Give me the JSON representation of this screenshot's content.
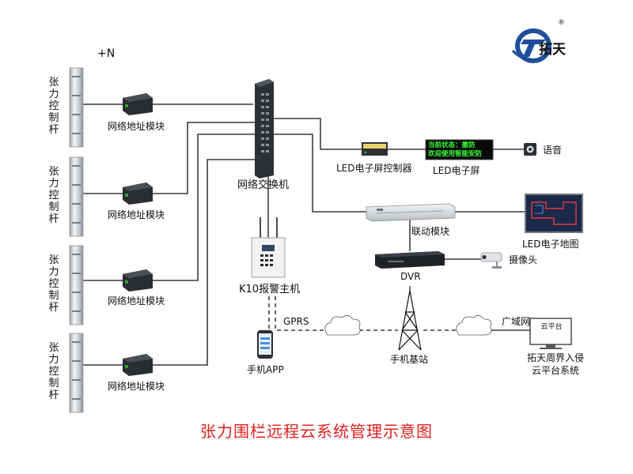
{
  "brand": {
    "name": "拓天",
    "registered": "®",
    "accent": "#1f4f9c"
  },
  "plus_n": "+N",
  "post_label": "张力控制杆",
  "posts": [
    {
      "label": "张力控制杆",
      "module": "网络地址模块"
    },
    {
      "label": "张力控制杆",
      "module": "网络地址模块"
    },
    {
      "label": "张力控制杆",
      "module": "网络地址模块"
    },
    {
      "label": "张力控制杆",
      "module": "网络地址模块"
    }
  ],
  "switch_label": "网络交换机",
  "led_controller_label": "LED电子屏控制器",
  "led_screen": {
    "label": "LED电子屏",
    "line1": "当前状态：撤防",
    "line2": "欢迎使用智能安防"
  },
  "speaker_label": "语音",
  "linkage_label": "联动模块",
  "led_map_label": "LED电子地图",
  "dvr_label": "DVR",
  "camera_label": "摄像头",
  "alarm_host_label": "K10报警主机",
  "gprs_label": "GPRS",
  "app_label": "手机APP",
  "base_station_label": "手机基站",
  "wan_label": "广域网",
  "cloud_screen_label": "云平台",
  "cloud_system_label": [
    "拓天周界入侵",
    "云平台系统"
  ],
  "title": "张力围栏远程云系统管理示意图",
  "colors": {
    "title": "#e02020",
    "led_text": "#39ff39",
    "line": "#111111"
  }
}
